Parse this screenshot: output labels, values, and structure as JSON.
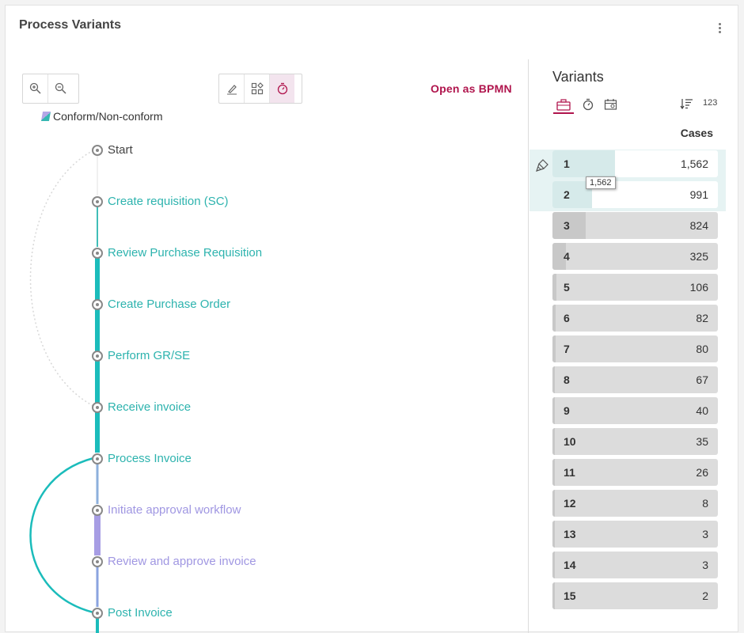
{
  "header": {
    "title": "Process Variants",
    "menu_icon": "kebab-menu-icon"
  },
  "toolbar": {
    "zoom_in_icon": "zoom-in-icon",
    "zoom_out_icon": "zoom-out-icon",
    "edit_icon": "edit-icon",
    "layout_icon": "layout-icon",
    "timer_icon": "timer-icon",
    "open_bpmn": "Open as BPMN"
  },
  "legend": {
    "label": "Conform/Non-conform"
  },
  "process": {
    "nodes": [
      {
        "label": "Start",
        "color": "#444444"
      },
      {
        "label": "Create requisition (SC)",
        "color": "#2db3ae"
      },
      {
        "label": "Review Purchase Requisition",
        "color": "#2db3ae"
      },
      {
        "label": "Create Purchase Order",
        "color": "#2db3ae"
      },
      {
        "label": "Perform GR/SE",
        "color": "#2db3ae"
      },
      {
        "label": "Receive invoice",
        "color": "#2db3ae"
      },
      {
        "label": "Process Invoice",
        "color": "#2db3ae"
      },
      {
        "label": "Initiate approval workflow",
        "color": "#a097e2"
      },
      {
        "label": "Review and approve invoice",
        "color": "#a097e2"
      },
      {
        "label": "Post Invoice",
        "color": "#2db3ae"
      }
    ],
    "conform_color": "#1bbcbb",
    "nonconform_color": "#a79de4"
  },
  "variants": {
    "title": "Variants",
    "tab_icons": [
      "case-briefcase-icon",
      "stopwatch-icon",
      "calendar-icon"
    ],
    "sort_icon": "sort-descending-icon",
    "numeric_toggle": "123",
    "cases_header": "Cases",
    "tooltip": "1,562",
    "rows": [
      {
        "rank": "1",
        "cases": "1,562",
        "value": 1562,
        "selected": true
      },
      {
        "rank": "2",
        "cases": "991",
        "value": 991,
        "selected": true
      },
      {
        "rank": "3",
        "cases": "824",
        "value": 824,
        "selected": false
      },
      {
        "rank": "4",
        "cases": "325",
        "value": 325,
        "selected": false
      },
      {
        "rank": "5",
        "cases": "106",
        "value": 106,
        "selected": false
      },
      {
        "rank": "6",
        "cases": "82",
        "value": 82,
        "selected": false
      },
      {
        "rank": "7",
        "cases": "80",
        "value": 80,
        "selected": false
      },
      {
        "rank": "8",
        "cases": "67",
        "value": 67,
        "selected": false
      },
      {
        "rank": "9",
        "cases": "40",
        "value": 40,
        "selected": false
      },
      {
        "rank": "10",
        "cases": "35",
        "value": 35,
        "selected": false
      },
      {
        "rank": "11",
        "cases": "26",
        "value": 26,
        "selected": false
      },
      {
        "rank": "12",
        "cases": "8",
        "value": 8,
        "selected": false
      },
      {
        "rank": "13",
        "cases": "3",
        "value": 3,
        "selected": false
      },
      {
        "rank": "14",
        "cases": "3",
        "value": 3,
        "selected": false
      },
      {
        "rank": "15",
        "cases": "2",
        "value": 2,
        "selected": false
      }
    ]
  }
}
